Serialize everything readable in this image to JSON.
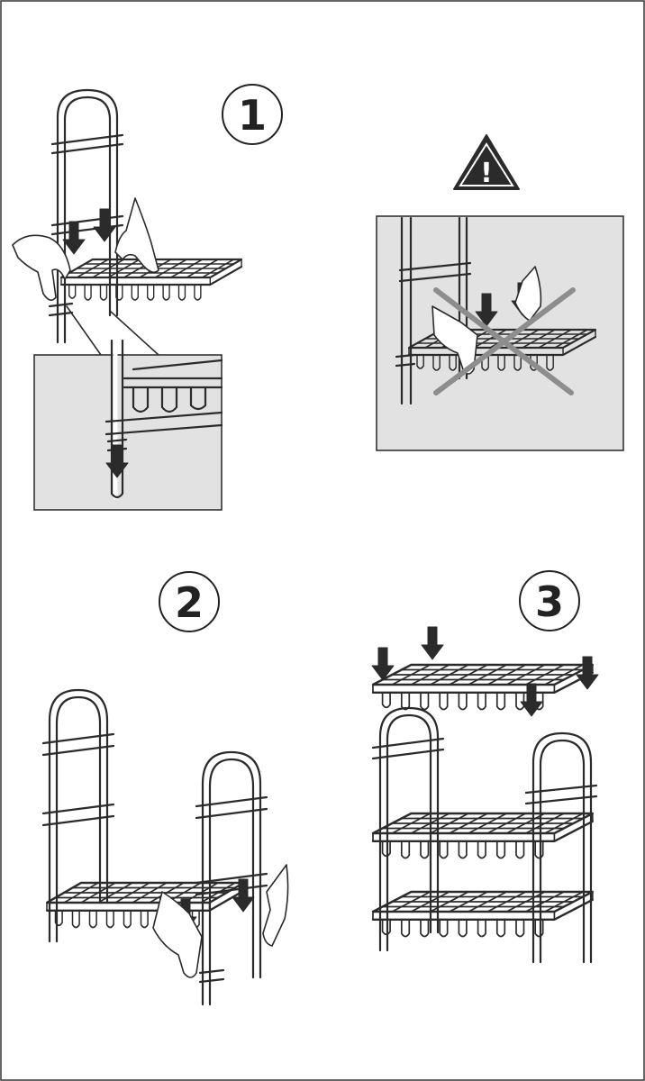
{
  "steps": [
    {
      "number": "1"
    },
    {
      "number": "2"
    },
    {
      "number": "3"
    }
  ],
  "warning": {
    "symbol": "!",
    "icon": "warning-triangle-icon"
  },
  "colors": {
    "line": "#2b2b2b",
    "panel": "#e2e2e2",
    "cross": "#8d8d8d",
    "background": "#ffffff"
  }
}
